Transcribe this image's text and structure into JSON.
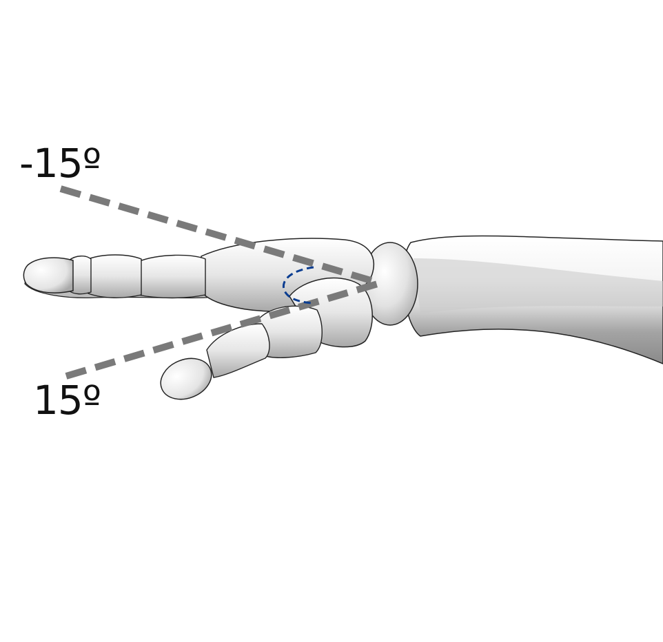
{
  "figure": {
    "subject": "hand-side-view",
    "angle_labels": {
      "upper": "-15º",
      "lower": "15º"
    },
    "colors": {
      "background": "#ffffff",
      "reference_lines": "#7a7a7a",
      "angle_arc": "#0a3d91",
      "outline": "#222222",
      "skin_light": "#f2f2f2",
      "skin_shadow": "#9a9a9a"
    }
  }
}
